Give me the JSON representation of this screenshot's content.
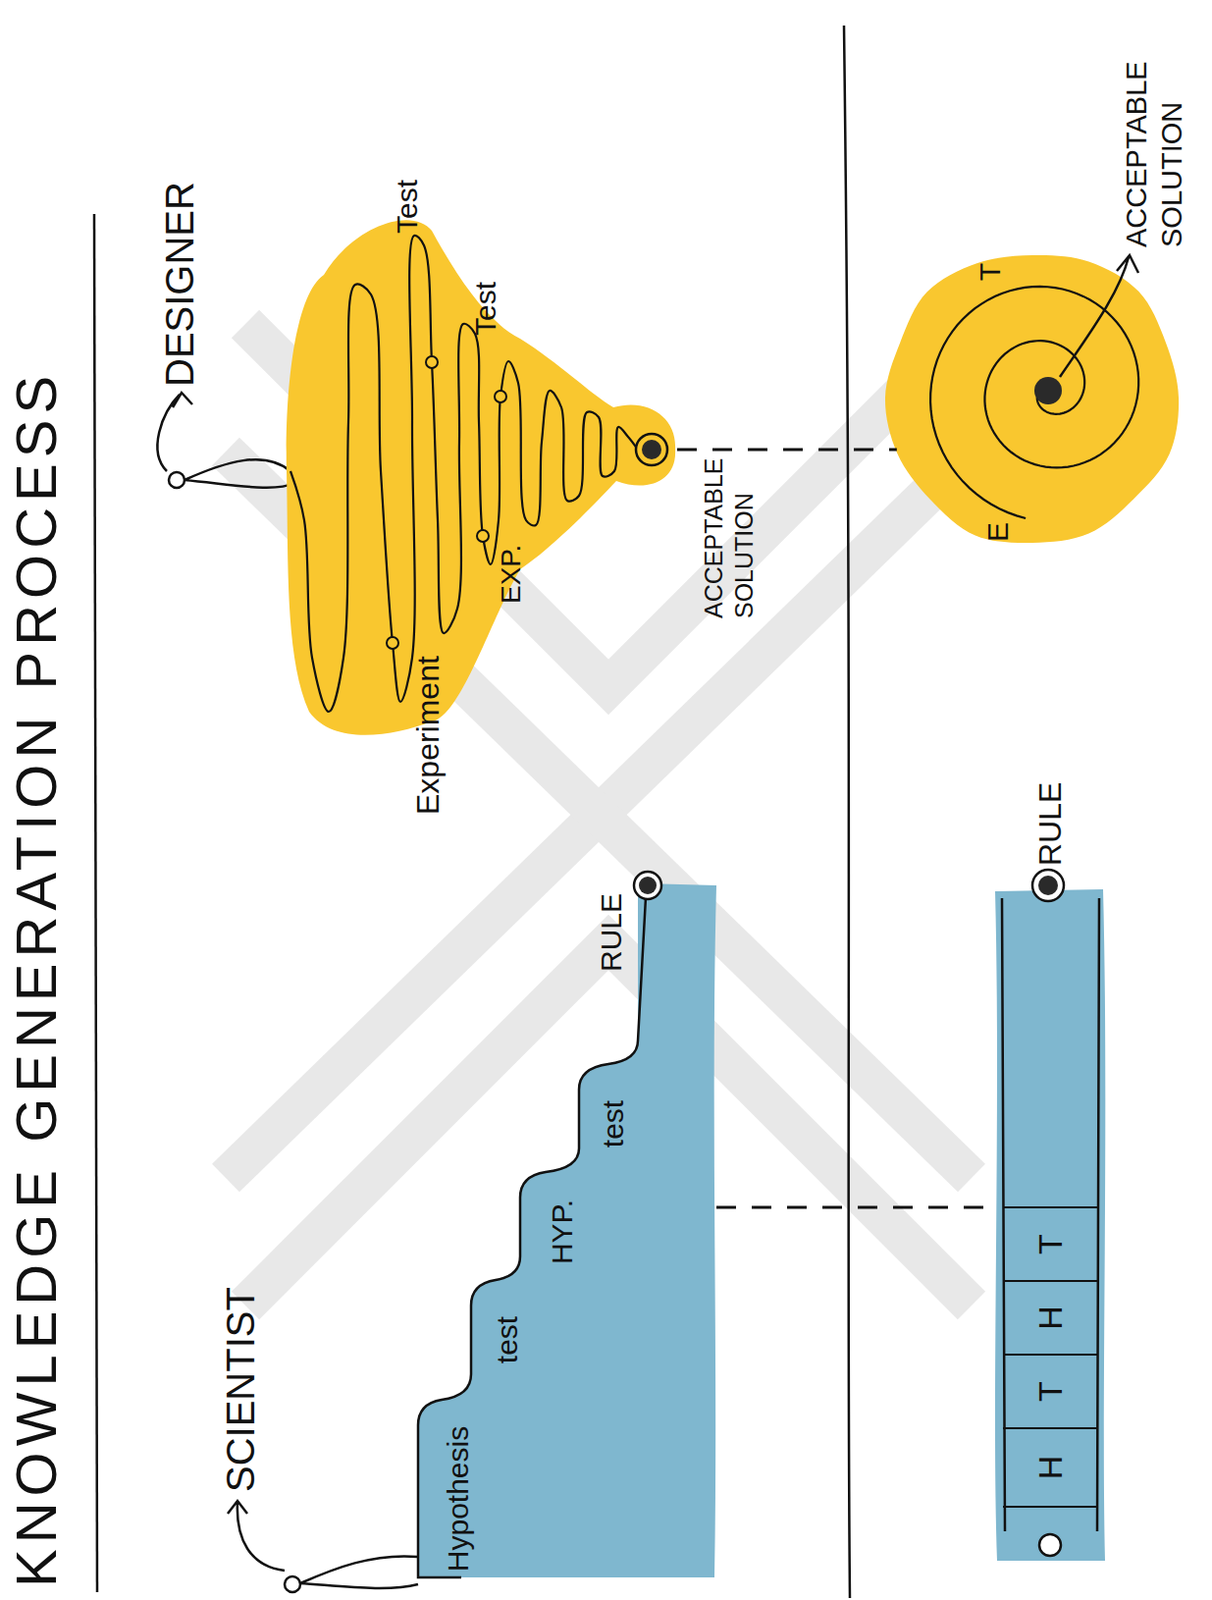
{
  "diagram": {
    "title": "KNOWLEDGE GENERATION PROCESS",
    "nodes": [
      {
        "text": [
          "Hypothesis",
          "test",
          "HYP.",
          "test"
        ]
      },
      {
        "text": [
          "Experiment",
          "EXP.",
          "Test",
          "Test"
        ]
      },
      {
        "text": [
          "H",
          "T",
          "H",
          "T"
        ]
      },
      {
        "text": [
          "E",
          "T"
        ]
      }
    ],
    "edges": [
      {
        "from": 0,
        "to": 2,
        "arrow": "none"
      },
      {
        "from": 1,
        "to": 3,
        "arrow": "none"
      }
    ],
    "labels": [
      "SCIENTIST",
      "RULE",
      "DESIGNER",
      "ACCEPTABLE SOLUTION",
      "RULE",
      "ACCEPTABLE SOLUTION"
    ]
  }
}
